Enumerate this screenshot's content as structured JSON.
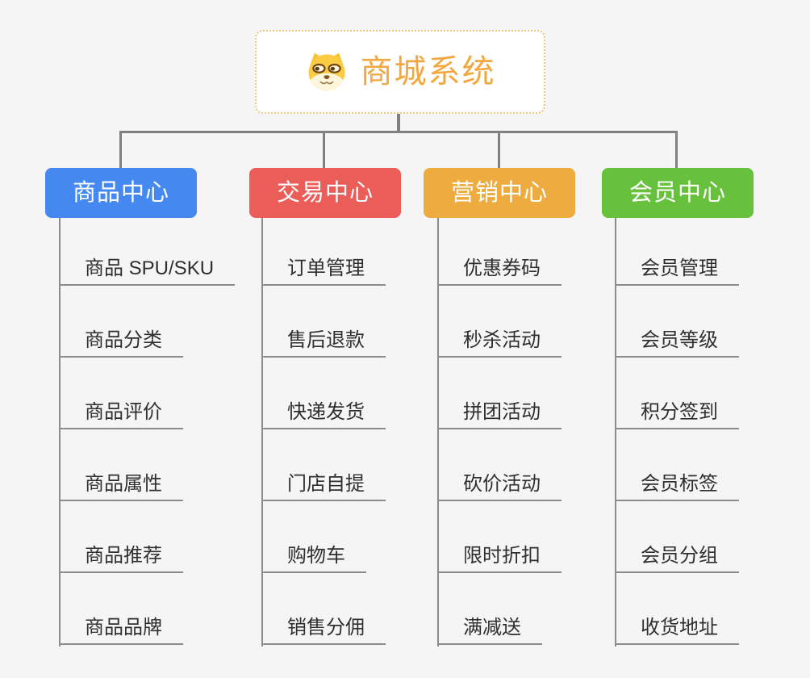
{
  "colors": {
    "background": "#f5f5f5",
    "connector": "#808080",
    "underline": "#8c8c8c",
    "leaf_text": "#2f2f2f"
  },
  "root": {
    "title": "商城系统",
    "title_color": "#f3a73f",
    "border_color": "#f1c27d",
    "icon": "doge-icon"
  },
  "branches": [
    {
      "label": "商品中心",
      "color": "#4589f0",
      "children": [
        "商品 SPU/SKU",
        "商品分类",
        "商品评价",
        "商品属性",
        "商品推荐",
        "商品品牌"
      ]
    },
    {
      "label": "交易中心",
      "color": "#ea5d58",
      "children": [
        "订单管理",
        "售后退款",
        "快递发货",
        "门店自提",
        "购物车",
        "销售分佣"
      ]
    },
    {
      "label": "营销中心",
      "color": "#eeac40",
      "children": [
        "优惠券码",
        "秒杀活动",
        "拼团活动",
        "砍价活动",
        "限时折扣",
        "满减送"
      ]
    },
    {
      "label": "会员中心",
      "color": "#68c13c",
      "children": [
        "会员管理",
        "会员等级",
        "积分签到",
        "会员标签",
        "会员分组",
        "收货地址"
      ]
    }
  ]
}
